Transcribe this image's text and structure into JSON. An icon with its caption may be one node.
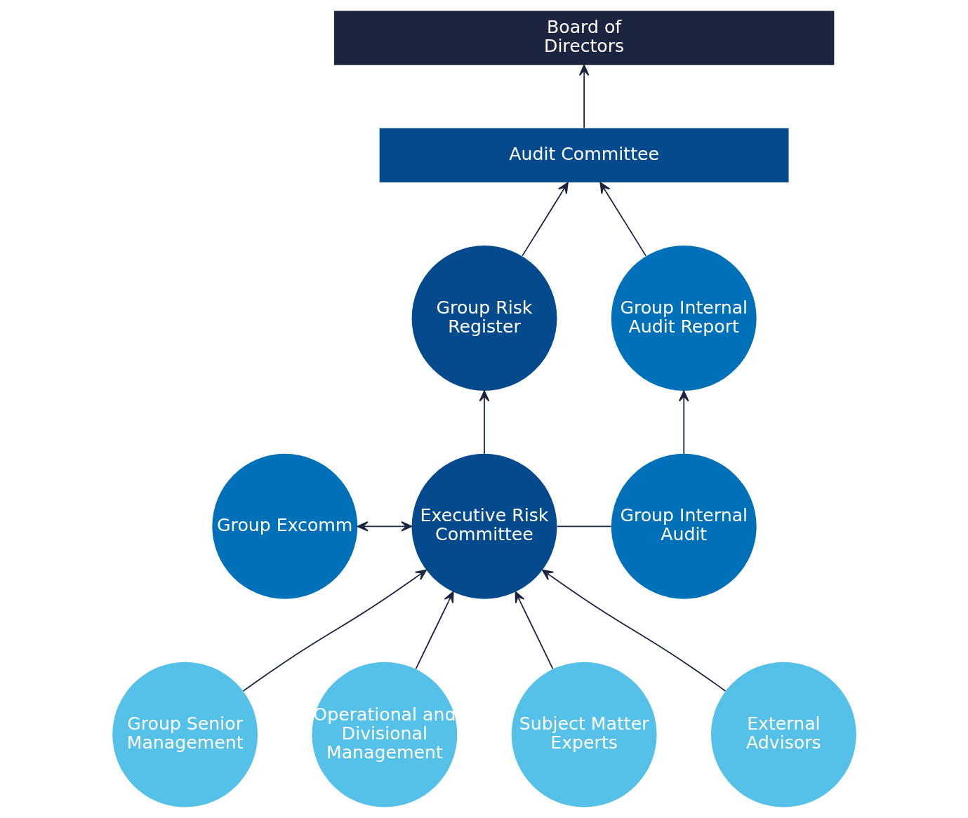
{
  "diagram": {
    "nodes": [
      {
        "text": [
          "Board of Directors"
        ]
      },
      {
        "text": [
          "Audit Committee"
        ]
      },
      {
        "text": [
          "Group Risk Register"
        ]
      },
      {
        "text": [
          "Group Internal Audit Report"
        ]
      },
      {
        "text": [
          "Group Excomm"
        ]
      },
      {
        "text": [
          "Executive Risk Committee"
        ]
      },
      {
        "text": [
          "Group Internal Audit"
        ]
      },
      {
        "text": [
          "Group Senior Management"
        ]
      },
      {
        "text": [
          "Operational and Divisional Management"
        ]
      },
      {
        "text": [
          "Subject Matter Experts"
        ]
      },
      {
        "text": [
          "External Advisors"
        ]
      }
    ],
    "edges": [
      {
        "from": 1,
        "to": 0,
        "arrow": "to"
      },
      {
        "from": 2,
        "to": 1,
        "arrow": "to"
      },
      {
        "from": 3,
        "to": 1,
        "arrow": "to"
      },
      {
        "from": 5,
        "to": 2,
        "arrow": "to"
      },
      {
        "from": 6,
        "to": 3,
        "arrow": "to"
      },
      {
        "from": 4,
        "to": 5,
        "arrow": "both"
      },
      {
        "from": 5,
        "to": 6,
        "arrow": "none"
      },
      {
        "from": 7,
        "to": 5,
        "arrow": "to"
      },
      {
        "from": 8,
        "to": 5,
        "arrow": "to"
      },
      {
        "from": 9,
        "to": 5,
        "arrow": "to"
      },
      {
        "from": 10,
        "to": 5,
        "arrow": "to"
      }
    ]
  }
}
